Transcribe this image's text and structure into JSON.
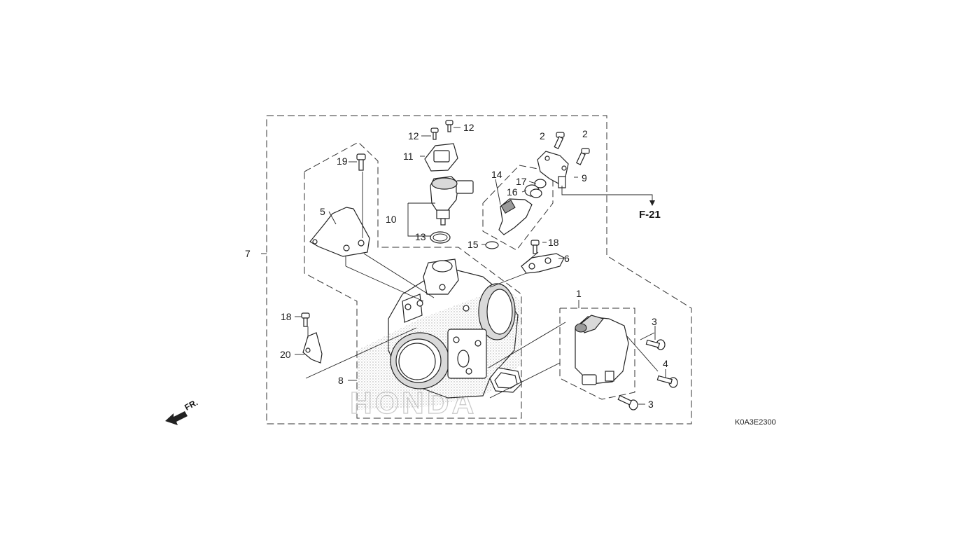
{
  "diagram": {
    "diagram_code": "K0A3E2300",
    "front_label": "FR.",
    "reference_label": "F-21",
    "watermark": "HONDA",
    "callouts": [
      {
        "id": "c1",
        "label": "1"
      },
      {
        "id": "c2a",
        "label": "2"
      },
      {
        "id": "c2b",
        "label": "2"
      },
      {
        "id": "c3a",
        "label": "3"
      },
      {
        "id": "c3b",
        "label": "3"
      },
      {
        "id": "c4",
        "label": "4"
      },
      {
        "id": "c5",
        "label": "5"
      },
      {
        "id": "c6",
        "label": "6"
      },
      {
        "id": "c7",
        "label": "7"
      },
      {
        "id": "c8",
        "label": "8"
      },
      {
        "id": "c9",
        "label": "9"
      },
      {
        "id": "c10",
        "label": "10"
      },
      {
        "id": "c11",
        "label": "11"
      },
      {
        "id": "c12a",
        "label": "12"
      },
      {
        "id": "c12b",
        "label": "12"
      },
      {
        "id": "c13",
        "label": "13"
      },
      {
        "id": "c14",
        "label": "14"
      },
      {
        "id": "c15",
        "label": "15"
      },
      {
        "id": "c16",
        "label": "16"
      },
      {
        "id": "c17",
        "label": "17"
      },
      {
        "id": "c18a",
        "label": "18"
      },
      {
        "id": "c18b",
        "label": "18"
      },
      {
        "id": "c19",
        "label": "19"
      },
      {
        "id": "c20",
        "label": "20"
      }
    ]
  }
}
